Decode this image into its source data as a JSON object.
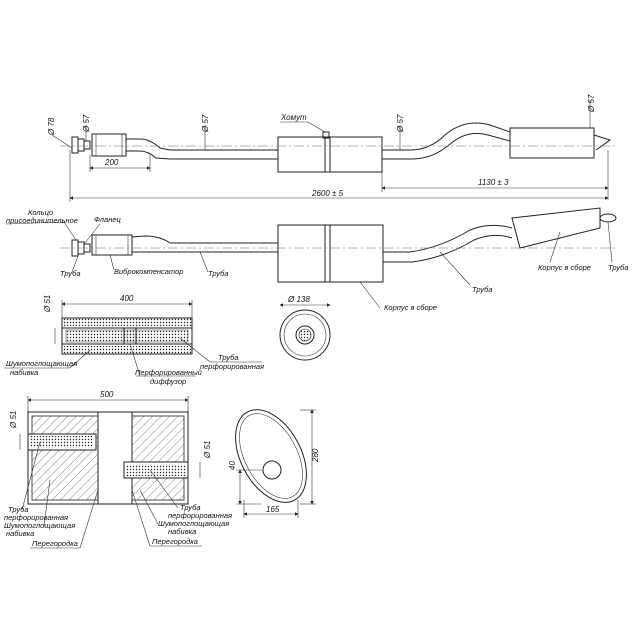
{
  "dimensions": {
    "d78": "Ø 78",
    "d57_flange": "Ø 57",
    "d57_pipe1": "Ø 57",
    "d57_pipe2": "Ø 57",
    "d57_tail": "Ø 57",
    "len200": "200",
    "len1130": "1130 ± 3",
    "len2600": "2600 ± 5",
    "len400": "400",
    "d51_a": "Ø 51",
    "d138": "Ø 138",
    "len500": "500",
    "d51_b": "Ø 51",
    "d51_c": "Ø 51",
    "h40": "40",
    "h280": "280",
    "w165": "165"
  },
  "labels": {
    "clamp": "Хомут",
    "ring_1": "Кольцо",
    "ring_2": "присоединительное",
    "flange": "Фланец",
    "pipe_left": "Труба",
    "vibro": "Виброкомпенсатор",
    "pipe_mid": "Труба",
    "body_assembled_tail": "Корпус в сборе",
    "pipe_tail": "Труба",
    "pipe_right": "Труба",
    "body_assembled": "Корпус в сборе",
    "sound_fill_1": "Шумопоглощающая",
    "sound_fill_2": "набивка",
    "perf_pipe_1": "Труба",
    "perf_pipe_2": "перфорированная",
    "diffuser_1": "Перфорированный",
    "diffuser_2": "диффузор",
    "m_perf_pipe_1": "Труба",
    "m_perf_pipe_2": "перфорированная",
    "m_sound_1": "Шумопоглощающая",
    "m_sound_2": "набивка",
    "m_partition": "Перегородка",
    "r_perf_pipe_1": "Труба",
    "r_perf_pipe_2": "перфорированная",
    "r_sound_1": "Шумопоглощающая",
    "r_sound_2": "набивка",
    "r_partition": "Перегородка"
  }
}
